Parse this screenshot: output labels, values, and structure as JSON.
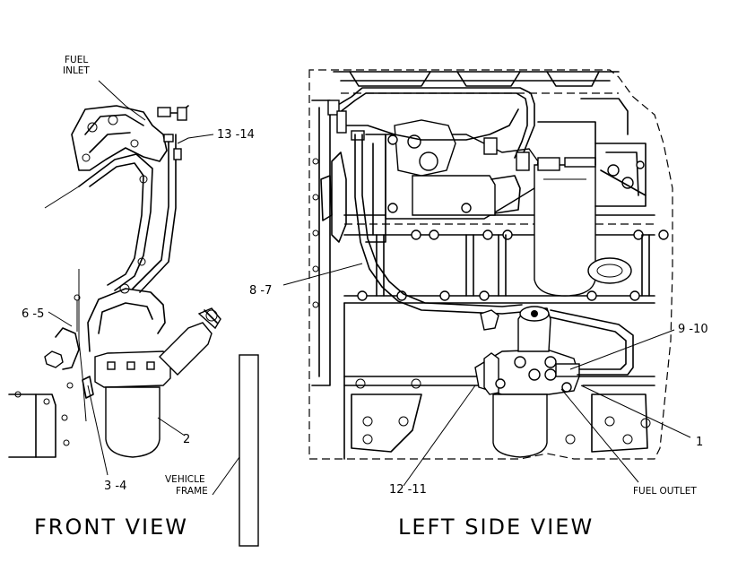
{
  "labels": {
    "fuel_inlet_1": "FUEL",
    "fuel_inlet_2": "INLET",
    "callout_13_14": "13 -14",
    "callout_6_5": "6 -5",
    "callout_2": "2",
    "callout_3_4": "3 -4",
    "vehicle_frame_1": "VEHICLE",
    "vehicle_frame_2": "FRAME",
    "callout_8_7": "8 -7",
    "callout_9_10": "9 -10",
    "callout_1": "1",
    "callout_12_11": "12 -11",
    "fuel_outlet": "FUEL  OUTLET"
  },
  "titles": {
    "front_view": "FRONT  VIEW",
    "left_side_view": "LEFT  SIDE  VIEW"
  }
}
